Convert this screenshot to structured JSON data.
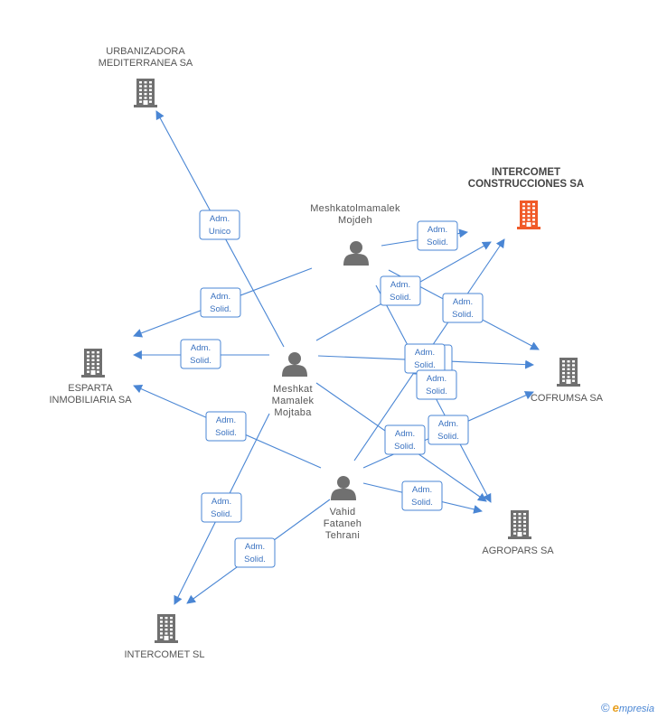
{
  "colors": {
    "edge": "#4a86d4",
    "company": "#707070",
    "company_main": "#f05a28",
    "person": "#707070",
    "role_text": "#3a72c0"
  },
  "companies": [
    {
      "id": "urbanizadora",
      "lines": [
        "URBANIZADORA",
        "MEDITERRANEA SA"
      ],
      "main": false
    },
    {
      "id": "intercomet_construcciones",
      "lines": [
        "INTERCOMET",
        "CONSTRUCCIONES SA"
      ],
      "main": true
    },
    {
      "id": "esparta",
      "lines": [
        "ESPARTA",
        "INMOBILIARIA SA"
      ],
      "main": false
    },
    {
      "id": "cofrumsa",
      "lines": [
        "COFRUMSA SA"
      ],
      "main": false
    },
    {
      "id": "agropars",
      "lines": [
        "AGROPARS SA"
      ],
      "main": false
    },
    {
      "id": "intercomet_sl",
      "lines": [
        "INTERCOMET SL"
      ],
      "main": false
    }
  ],
  "persons": [
    {
      "id": "meshkatolmamalek",
      "lines": [
        "Meshkatolmamalek",
        "Mojdeh"
      ]
    },
    {
      "id": "meshkat",
      "lines": [
        "Meshkat",
        "Mamalek",
        "Mojtaba"
      ]
    },
    {
      "id": "vahid",
      "lines": [
        "Vahid",
        "Fataneh",
        "Tehrani"
      ]
    }
  ],
  "edges": [
    {
      "from": "meshkat",
      "to": "urbanizadora",
      "role": [
        "Adm.",
        "Unico"
      ]
    },
    {
      "from": "meshkatolmamalek",
      "to": "esparta",
      "role": [
        "Adm.",
        "Solid."
      ]
    },
    {
      "from": "meshkat",
      "to": "esparta",
      "role": [
        "Adm.",
        "Solid."
      ]
    },
    {
      "from": "vahid",
      "to": "esparta",
      "role": [
        "Adm.",
        "Solid."
      ]
    },
    {
      "from": "meshkatolmamalek",
      "to": "intercomet_construcciones",
      "role": [
        "Adm.",
        "Solid."
      ]
    },
    {
      "from": "meshkat",
      "to": "intercomet_construcciones",
      "role": [
        "Adm.",
        "Solid."
      ]
    },
    {
      "from": "vahid",
      "to": "intercomet_construcciones",
      "role": [
        "Adm.",
        "Solid."
      ]
    },
    {
      "from": "meshkatolmamalek",
      "to": "cofrumsa",
      "role": [
        "Adm.",
        "Solid."
      ]
    },
    {
      "from": "meshkat",
      "to": "cofrumsa",
      "role": [
        "Adm.",
        "Solid."
      ]
    },
    {
      "from": "vahid",
      "to": "cofrumsa",
      "role": [
        "Adm.",
        "Solid."
      ]
    },
    {
      "from": "meshkatolmamalek",
      "to": "agropars",
      "role": [
        "Adm.",
        "Solid."
      ]
    },
    {
      "from": "meshkat",
      "to": "agropars",
      "role": [
        "Adm.",
        "Solid."
      ]
    },
    {
      "from": "vahid",
      "to": "agropars",
      "role": [
        "Adm.",
        "Solid."
      ]
    },
    {
      "from": "meshkat",
      "to": "intercomet_sl",
      "role": [
        "Adm.",
        "Solid."
      ]
    },
    {
      "from": "vahid",
      "to": "intercomet_sl",
      "role": [
        "Adm.",
        "Solid."
      ]
    }
  ],
  "footer": {
    "copyright": "©",
    "brand_e": "e",
    "brand_rest": "mpresia"
  }
}
